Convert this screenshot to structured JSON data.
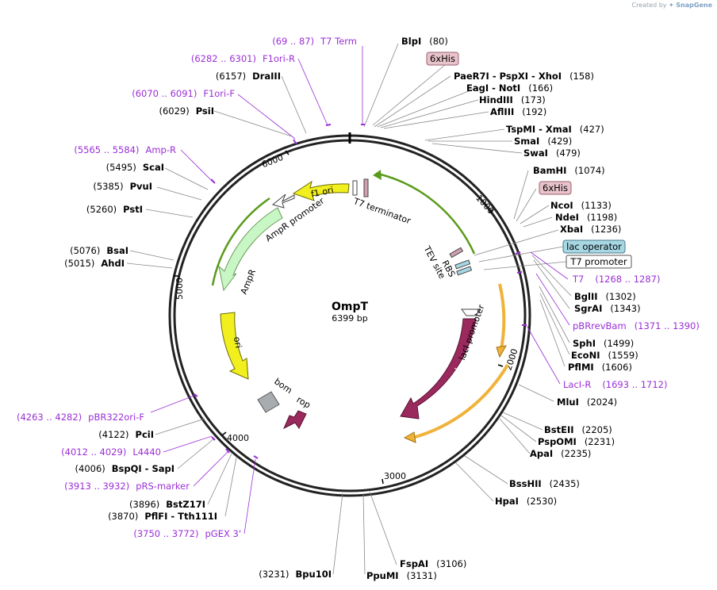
{
  "credit": {
    "prefix": "Created by",
    "brand": "SnapGene",
    "logo_icon": "snapgene-logo-icon"
  },
  "plasmid": {
    "name": "OmpT",
    "length_text": "6399 bp"
  },
  "colors": {
    "backbone": "#222222",
    "primer": "#9a2fd6",
    "site": "#000000",
    "f1ori": "#f2ef1e",
    "ori": "#f2ef1e",
    "ampr": "#c8f7c5",
    "ampr_promoter": "#ffffff",
    "lacI": "#9a2a5e",
    "rop": "#9a2a5e",
    "bom": "#a8abb0",
    "orange_arrow": "#f0b23a",
    "green_arrow": "#5a9a1a",
    "his_tag": "#e8c3cc",
    "lac_operator": "#a6d7e3"
  },
  "ticks": [
    "1000",
    "2000",
    "3000",
    "4000",
    "5000",
    "6000"
  ],
  "features": [
    {
      "id": "f1ori",
      "label": "f1 ori"
    },
    {
      "id": "ampr",
      "label": "AmpR"
    },
    {
      "id": "ampr_promoter",
      "label": "AmpR promoter"
    },
    {
      "id": "ori",
      "label": "ori"
    },
    {
      "id": "bom",
      "label": "bom"
    },
    {
      "id": "rop",
      "label": "rop"
    },
    {
      "id": "lacI",
      "label": "lacI"
    },
    {
      "id": "lacI_promoter",
      "label": "lacI promoter"
    },
    {
      "id": "t7_terminator",
      "label": "T7 terminator"
    },
    {
      "id": "tev_site",
      "label": "TEV site"
    },
    {
      "id": "rbs",
      "label": "RBS"
    }
  ],
  "labels_right": [
    {
      "name": "BlpI",
      "pos": "(80)",
      "posFirst": false
    },
    {
      "name": "6xHis",
      "kind": "tag"
    },
    {
      "name": "PaeR7I - PspXI - XhoI",
      "pos": "(158)"
    },
    {
      "name": "EagI - NotI",
      "pos": "(166)"
    },
    {
      "name": "HindIII",
      "pos": "(173)"
    },
    {
      "name": "AflIII",
      "pos": "(192)"
    },
    {
      "name": "TspMI - XmaI",
      "pos": "(427)"
    },
    {
      "name": "SmaI",
      "pos": "(429)"
    },
    {
      "name": "SwaI",
      "pos": "(479)"
    },
    {
      "name": "BamHI",
      "pos": "(1074)"
    },
    {
      "name": "6xHis",
      "kind": "tag"
    },
    {
      "name": "NcoI",
      "pos": "(1133)"
    },
    {
      "name": "NdeI",
      "pos": "(1198)"
    },
    {
      "name": "XbaI",
      "pos": "(1236)"
    },
    {
      "name": "lac operator",
      "kind": "operator"
    },
    {
      "name": "T7 promoter",
      "kind": "promoter"
    },
    {
      "name": "T7",
      "pos": "(1268 .. 1287)",
      "kind": "primer"
    },
    {
      "name": "BglII",
      "pos": "(1302)"
    },
    {
      "name": "SgrAI",
      "pos": "(1343)"
    },
    {
      "name": "pBRrevBam",
      "pos": "(1371 .. 1390)",
      "kind": "primer"
    },
    {
      "name": "SphI",
      "pos": "(1499)"
    },
    {
      "name": "EcoNI",
      "pos": "(1559)"
    },
    {
      "name": "PflMI",
      "pos": "(1606)"
    },
    {
      "name": "LacI-R",
      "pos": "(1693 .. 1712)",
      "kind": "primer"
    },
    {
      "name": "MluI",
      "pos": "(2024)"
    },
    {
      "name": "BstEII",
      "pos": "(2205)"
    },
    {
      "name": "PspOMI",
      "pos": "(2231)"
    },
    {
      "name": "ApaI",
      "pos": "(2235)"
    },
    {
      "name": "BssHII",
      "pos": "(2435)"
    },
    {
      "name": "HpaI",
      "pos": "(2530)"
    },
    {
      "name": "FspAI",
      "pos": "(3106)"
    },
    {
      "name": "PpuMI",
      "pos": "(3131)"
    }
  ],
  "labels_left": [
    {
      "name": "T7 Term",
      "pos": "(69 .. 87)",
      "kind": "primer"
    },
    {
      "name": "F1ori-R",
      "pos": "(6282 .. 6301)",
      "kind": "primer"
    },
    {
      "name": "DraIII",
      "pos": "(6157)"
    },
    {
      "name": "F1ori-F",
      "pos": "(6070 .. 6091)",
      "kind": "primer"
    },
    {
      "name": "PsiI",
      "pos": "(6029)"
    },
    {
      "name": "Amp-R",
      "pos": "(5565 .. 5584)",
      "kind": "primer"
    },
    {
      "name": "ScaI",
      "pos": "(5495)"
    },
    {
      "name": "PvuI",
      "pos": "(5385)"
    },
    {
      "name": "PstI",
      "pos": "(5260)"
    },
    {
      "name": "BsaI",
      "pos": "(5076)"
    },
    {
      "name": "AhdI",
      "pos": "(5015)"
    },
    {
      "name": "pBR322ori-F",
      "pos": "(4263 .. 4282)",
      "kind": "primer"
    },
    {
      "name": "PciI",
      "pos": "(4122)"
    },
    {
      "name": "L4440",
      "pos": "(4012 .. 4029)",
      "kind": "primer"
    },
    {
      "name": "BspQI - SapI",
      "pos": "(4006)"
    },
    {
      "name": "pRS-marker",
      "pos": "(3913 .. 3932)",
      "kind": "primer"
    },
    {
      "name": "BstZ17I",
      "pos": "(3896)"
    },
    {
      "name": "PflFI - Tth111I",
      "pos": "(3870)"
    },
    {
      "name": "pGEX 3'",
      "pos": "(3750 .. 3772)",
      "kind": "primer"
    },
    {
      "name": "Bpu10I",
      "pos": "(3231)"
    }
  ]
}
